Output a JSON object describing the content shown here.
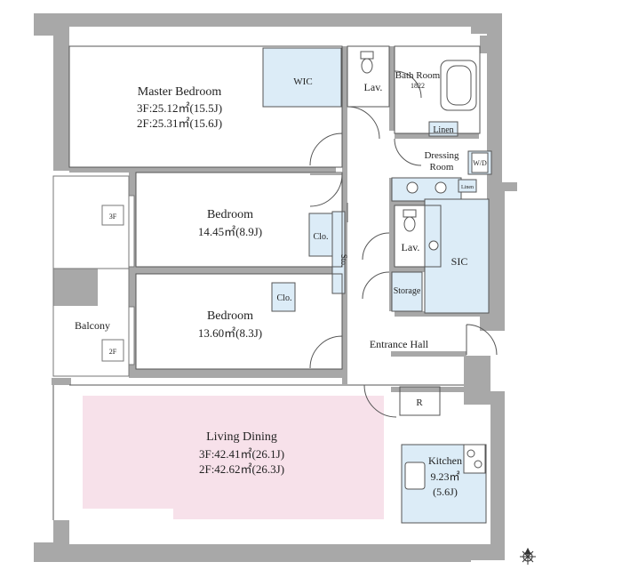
{
  "rooms": {
    "master_bedroom": {
      "name": "Master Bedroom",
      "area_3f": "3F:25.12㎡(15.5J)",
      "area_2f": "2F:25.31㎡(15.6J)"
    },
    "bedroom_1": {
      "name": "Bedroom",
      "area": "14.45㎡(8.9J)"
    },
    "bedroom_2": {
      "name": "Bedroom",
      "area": "13.60㎡(8.3J)"
    },
    "living_dining": {
      "name": "Living Dining",
      "area_3f": "3F:42.41㎡(26.1J)",
      "area_2f": "2F:42.62㎡(26.3J)"
    },
    "kitchen": {
      "name": "Kitchen",
      "area": "9.23㎡",
      "jo": "(5.6J)"
    },
    "balcony": {
      "name": "Balcony",
      "floor_3f": "3F",
      "floor_2f": "2F"
    },
    "wic": "WIC",
    "lav_top": "Lav.",
    "bath_room": {
      "name": "Bath Room",
      "size": "1822"
    },
    "linen_top": "Linen",
    "dressing_room": {
      "line1": "Dressing",
      "line2": "Room"
    },
    "wd": "W/D",
    "linen_small": "Linen",
    "lav_mid": "Lav.",
    "sic": "SIC",
    "storage": "Storage",
    "clo_1": "Clo.",
    "clo_2": "Clo.",
    "sto": "Sto.",
    "entrance_hall": "Entrance Hall",
    "refrigerator": "R"
  },
  "colors": {
    "wall": "#a8a8a8",
    "storage_fill": "#dcecf7",
    "living_fill": "#f7e1ea",
    "line": "#555555"
  },
  "icons": {
    "compass": "compass-icon"
  }
}
